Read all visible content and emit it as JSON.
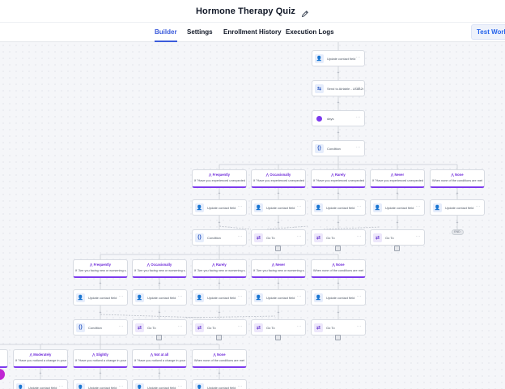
{
  "header": {
    "title": "Hormone Therapy Quiz",
    "edit_icon": "pencil-icon"
  },
  "tabs": [
    {
      "label": "Builder",
      "active": true
    },
    {
      "label": "Settings",
      "active": false
    },
    {
      "label": "Enrollment History",
      "active": false
    },
    {
      "label": "Execution Logs",
      "active": false
    }
  ],
  "test_button": {
    "label": "Test Workf"
  },
  "colors": {
    "accent": "#3b5bdb",
    "branch": "#7c3aed"
  },
  "flow": {
    "top_chain": [
      {
        "label": "Update contact field",
        "icon": "user-icon"
      },
      {
        "label": "Send to Airtable - LB8B2t",
        "icon": "sms-icon"
      },
      {
        "label": "days",
        "icon": "wait-icon"
      },
      {
        "label": "Condition",
        "icon": "condition-icon"
      }
    ],
    "row1_branches": [
      {
        "name": "Frequently",
        "sub": "If \"Have you experienced unexpected ..."
      },
      {
        "name": "Occasionally",
        "sub": "If \"Have you experienced unexpected ..."
      },
      {
        "name": "Rarely",
        "sub": "If \"Have you experienced unexpected ..."
      },
      {
        "name": "Never",
        "sub": "If \"Have you experienced unexpected ..."
      },
      {
        "name": "None",
        "sub": "When none of the conditions are met"
      }
    ],
    "row1_update_label": "Update contact field",
    "row1_actions": [
      "Condition",
      "Go To",
      "Go To",
      "Go To"
    ],
    "end_label": "END",
    "row2_branches": [
      {
        "name": "Frequently",
        "sub": "If \"Are you facing new or worsening s..."
      },
      {
        "name": "Occasionally",
        "sub": "If \"Are you facing new or worsening s..."
      },
      {
        "name": "Rarely",
        "sub": "If \"Are you facing new or worsening s..."
      },
      {
        "name": "Never",
        "sub": "If \"Are you facing new or worsening s..."
      },
      {
        "name": "None",
        "sub": "When none of the conditions are met"
      }
    ],
    "row2_update_label": "Update contact field",
    "row2_actions": [
      "Condition",
      "Go To",
      "Go To",
      "Go To",
      "Go To"
    ],
    "row3_branches": [
      {
        "name": "Moderately",
        "sub": "If \"Have you noticed a change in your ..."
      },
      {
        "name": "Slightly",
        "sub": "If \"Have you noticed a change in your ..."
      },
      {
        "name": "Not at all",
        "sub": "If \"Have you noticed a change in your ..."
      },
      {
        "name": "None",
        "sub": "When none of the conditions are met"
      }
    ],
    "row3_update_label": "Update contact field",
    "action_menu": "···"
  }
}
